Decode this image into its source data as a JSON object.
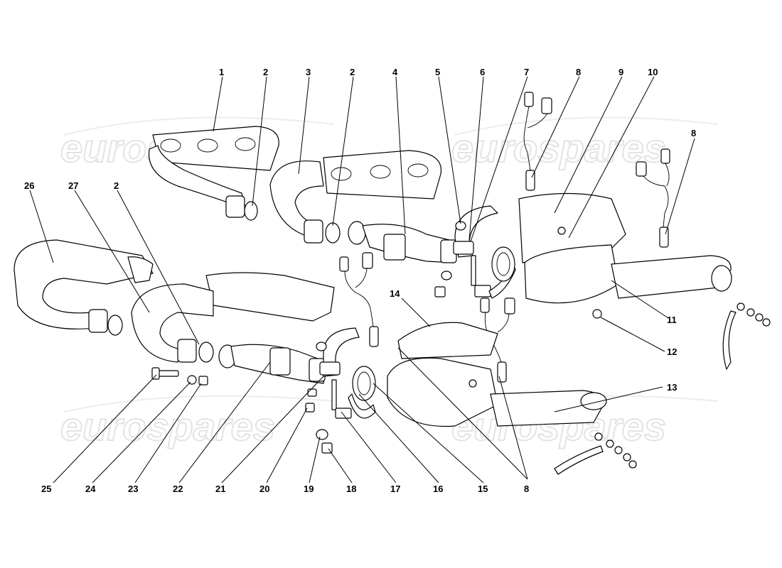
{
  "watermark": {
    "text": "eurospares"
  },
  "callouts": {
    "c1": "1",
    "c2a": "2",
    "c3": "3",
    "c2b": "2",
    "c4": "4",
    "c5": "5",
    "c6": "6",
    "c7": "7",
    "c8a": "8",
    "c9": "9",
    "c10": "10",
    "c8b": "8",
    "c26": "26",
    "c27": "27",
    "c2c": "2",
    "c14": "14",
    "c11": "11",
    "c12": "12",
    "c13": "13",
    "c25": "25",
    "c24": "24",
    "c23": "23",
    "c22": "22",
    "c21": "21",
    "c20": "20",
    "c19": "19",
    "c18": "18",
    "c17": "17",
    "c16": "16",
    "c15": "15",
    "c8c": "8"
  }
}
